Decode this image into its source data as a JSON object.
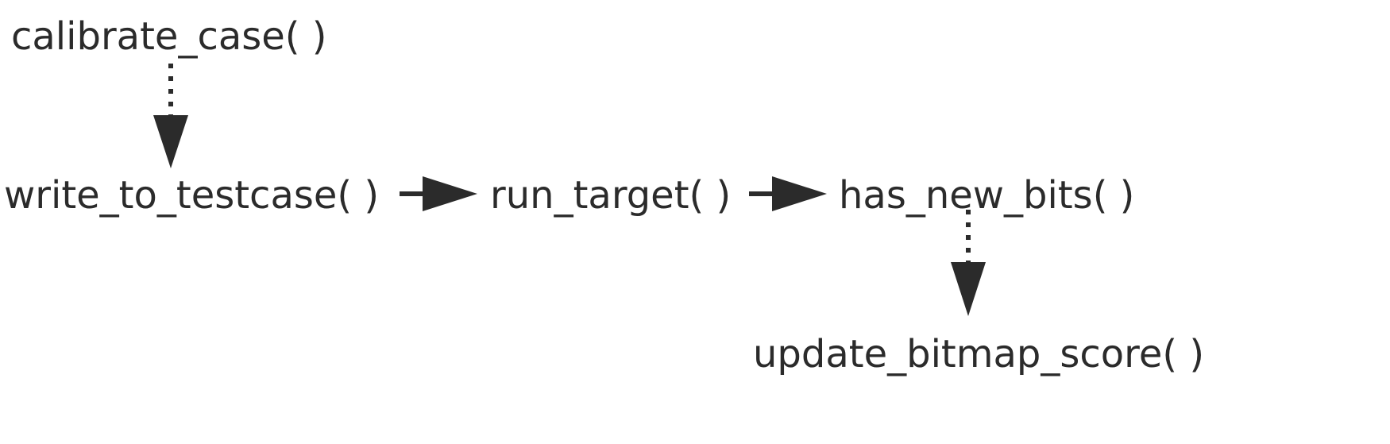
{
  "diagram": {
    "nodes": {
      "calibrate_case": "calibrate_case( )",
      "write_to_testcase": "write_to_testcase( )",
      "run_target": "run_target( )",
      "has_new_bits": "has_new_bits( )",
      "update_bitmap_score": "update_bitmap_score( )"
    },
    "edges": [
      {
        "from": "calibrate_case",
        "to": "write_to_testcase",
        "style": "dotted"
      },
      {
        "from": "write_to_testcase",
        "to": "run_target",
        "style": "solid"
      },
      {
        "from": "run_target",
        "to": "has_new_bits",
        "style": "solid"
      },
      {
        "from": "has_new_bits",
        "to": "update_bitmap_score",
        "style": "dotted"
      }
    ],
    "colors": {
      "ink": "#2b2b2b",
      "background": "#ffffff"
    }
  }
}
